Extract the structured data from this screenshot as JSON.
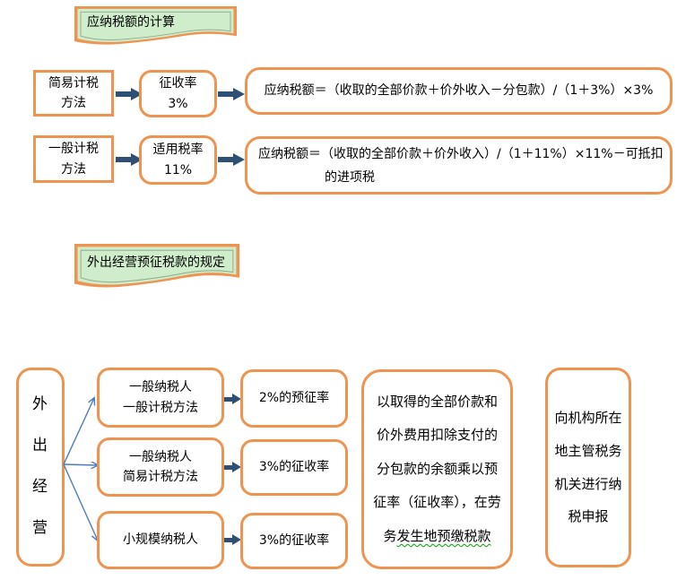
{
  "colors": {
    "orange": "#EF9350",
    "green_fill": "#CFEDCB",
    "inner_line": "#94AE94",
    "navy_arrow": "#2E5077",
    "blue_arrow": "#4C7BC0",
    "squiggle_green": "#00A300"
  },
  "section_tax_calculation": {
    "banner": "应纳税额的计算",
    "rows": [
      {
        "method": "简易计税\n方法",
        "rate": "征收率\n3%",
        "formula_lines": [
          "应纳税额＝（收取的全部价款＋价外收入－分包款）/（1＋3%）×3%",
          ""
        ]
      },
      {
        "method": "一般计税\n方法",
        "rate": "适用税率\n11%",
        "formula_lines": [
          "应纳税额＝（收取的全部价款＋价外收入）/（1＋11%）×11%－可抵扣",
          "的进项税"
        ]
      }
    ]
  },
  "section_prepaid_tax": {
    "banner": "外出经营预征税款的规定",
    "side_label": "外\n出\n经\n营",
    "branches": [
      {
        "taxpayer": "一般纳税人\n一般计税方法",
        "rate": "2%的预征率"
      },
      {
        "taxpayer": "一般纳税人\n简易计税方法",
        "rate": "3%的征收率"
      },
      {
        "taxpayer": "小规模纳税人",
        "rate": "3%的征收率"
      }
    ],
    "note_body": "以取得的全部价款和\n价外费用扣除支付的\n分包款的余额乘以预\n征率（征收率），在劳\n务",
    "note_underlined": "发生地预缴税款",
    "filing_note": "向机构所在\n地主管税务\n机关进行纳\n税申报"
  }
}
